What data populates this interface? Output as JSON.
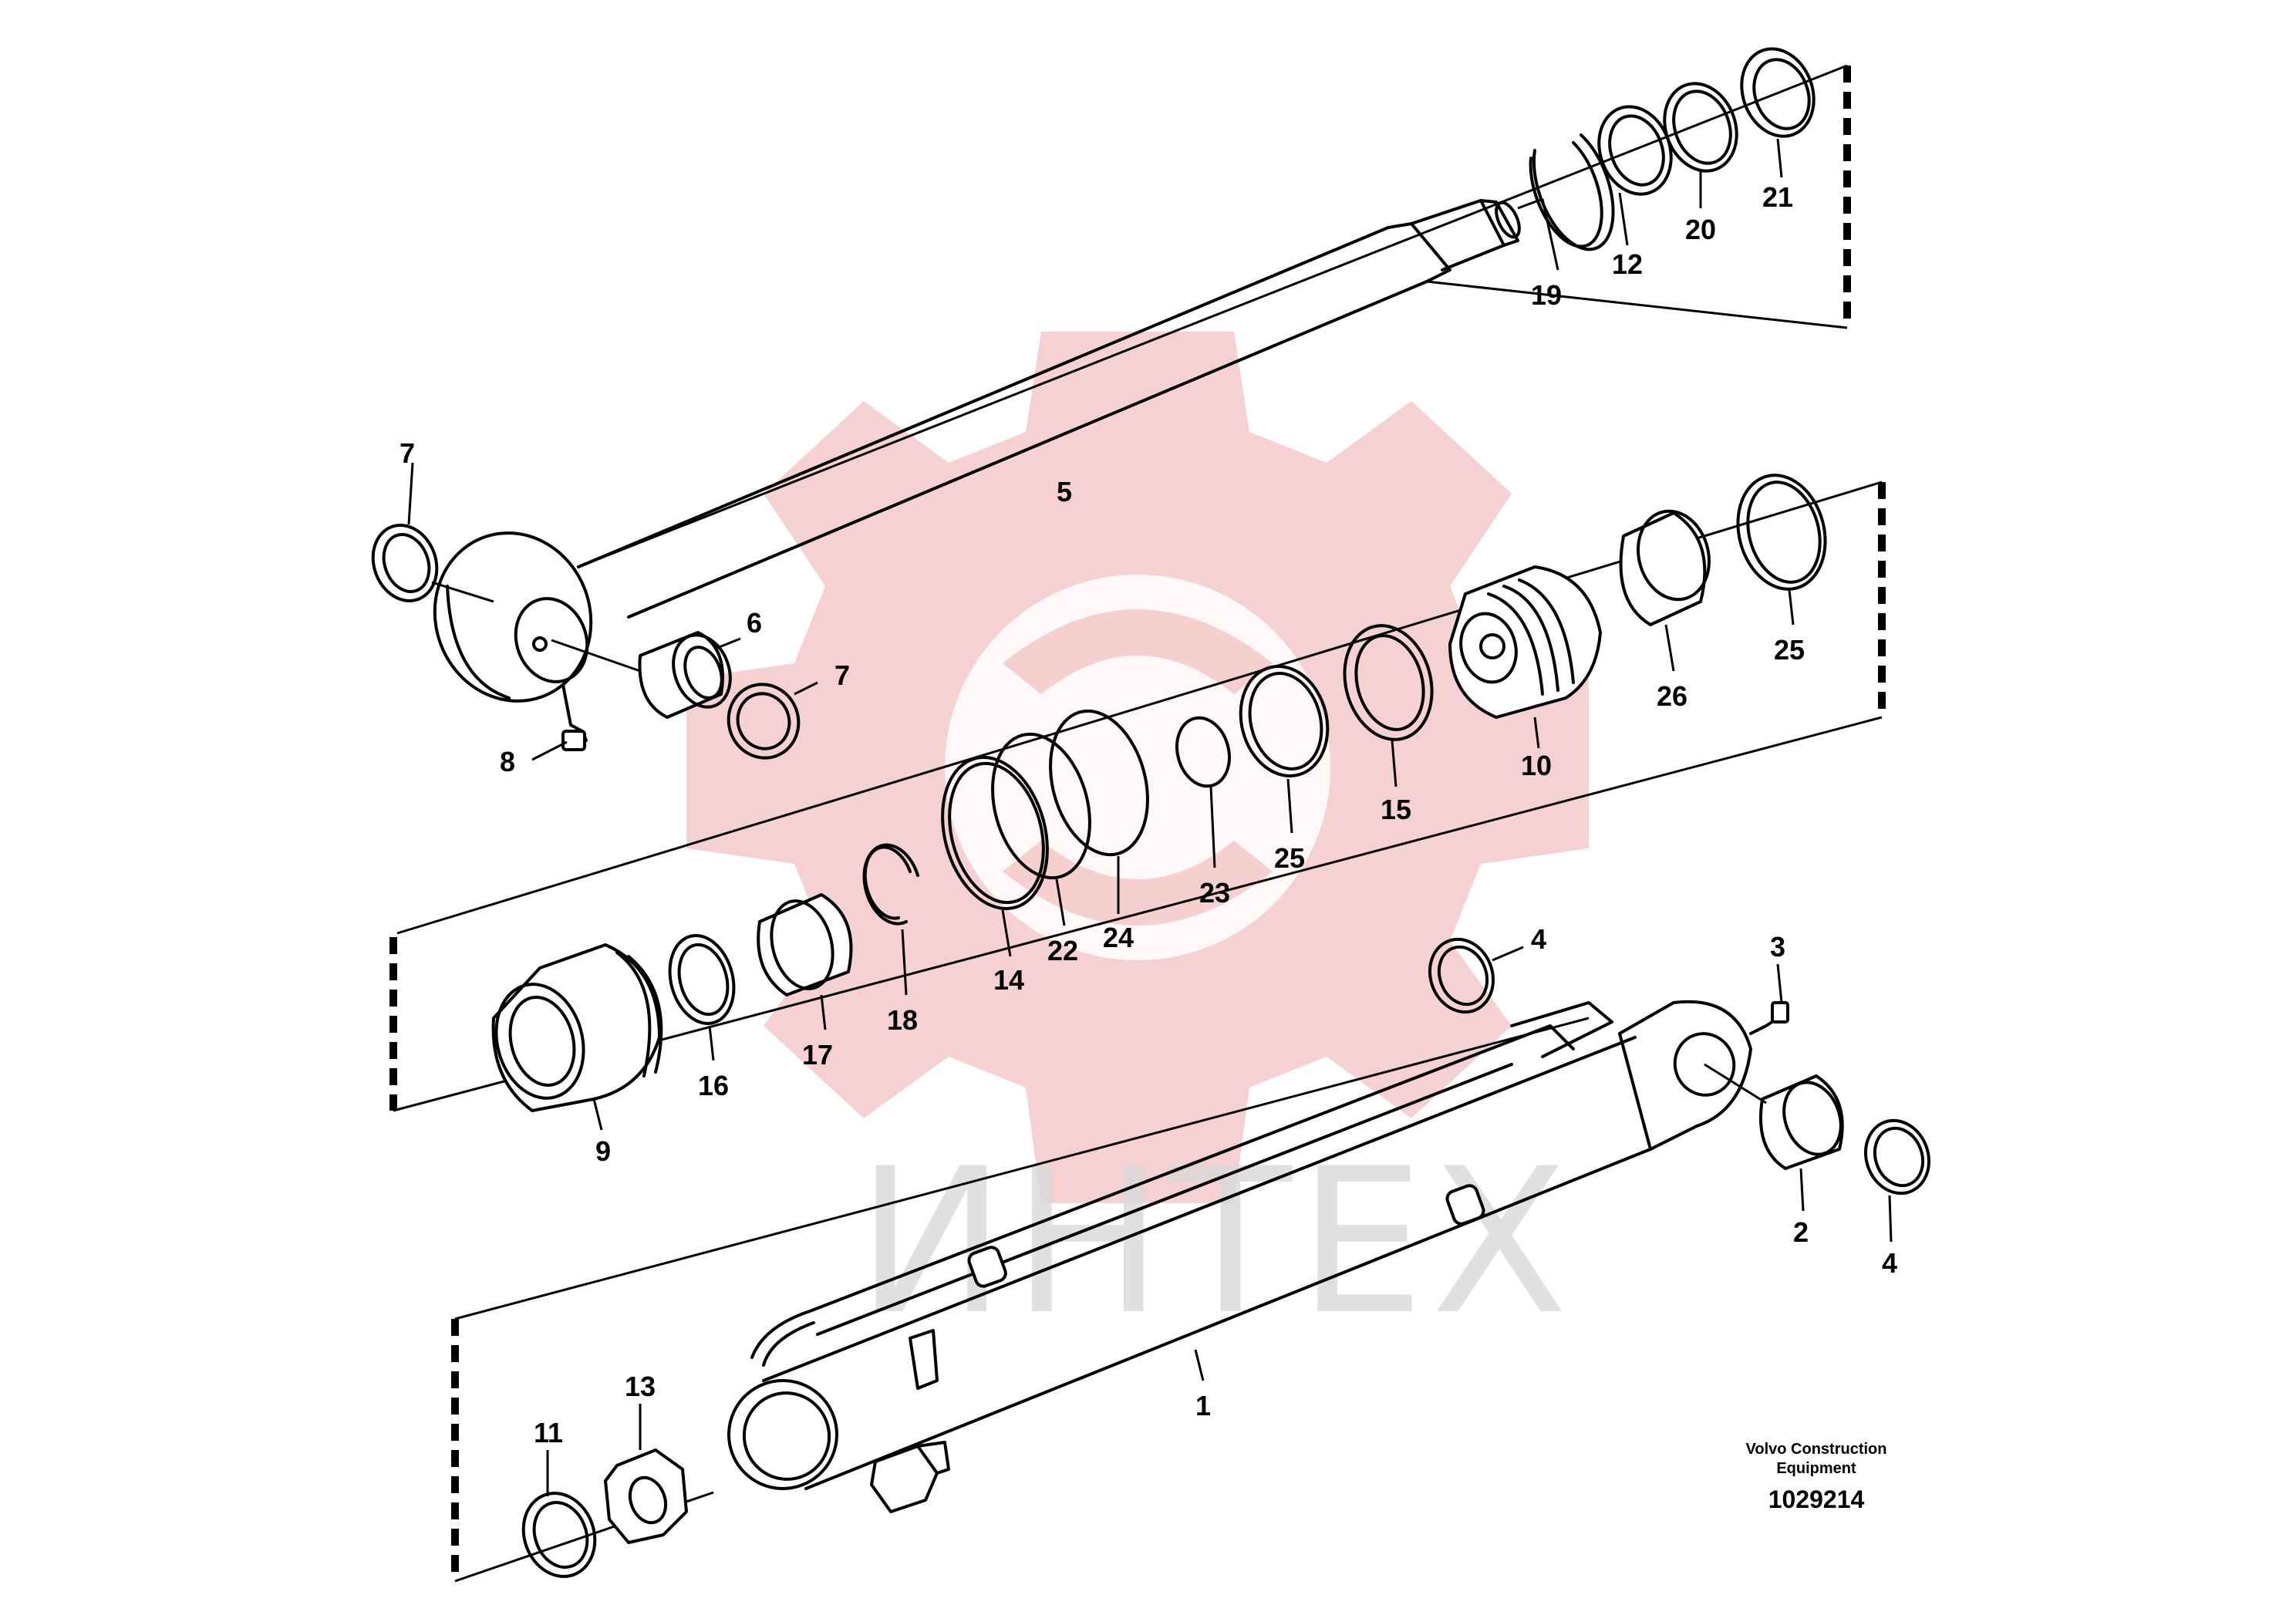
{
  "watermark": {
    "text": "ИНТЕХ"
  },
  "brand": {
    "line1": "Volvo Construction",
    "line2": "Equipment",
    "code": "1029214"
  },
  "callouts": [
    {
      "id": "c-7a",
      "label": "7"
    },
    {
      "id": "c-5",
      "label": "5"
    },
    {
      "id": "c-6",
      "label": "6"
    },
    {
      "id": "c-7b",
      "label": "7"
    },
    {
      "id": "c-8",
      "label": "8"
    },
    {
      "id": "c-19",
      "label": "19"
    },
    {
      "id": "c-12",
      "label": "12"
    },
    {
      "id": "c-20",
      "label": "20"
    },
    {
      "id": "c-21",
      "label": "21"
    },
    {
      "id": "c-25a",
      "label": "25"
    },
    {
      "id": "c-26",
      "label": "26"
    },
    {
      "id": "c-10",
      "label": "10"
    },
    {
      "id": "c-15",
      "label": "15"
    },
    {
      "id": "c-25b",
      "label": "25"
    },
    {
      "id": "c-23",
      "label": "23"
    },
    {
      "id": "c-24",
      "label": "24"
    },
    {
      "id": "c-22",
      "label": "22"
    },
    {
      "id": "c-14",
      "label": "14"
    },
    {
      "id": "c-18",
      "label": "18"
    },
    {
      "id": "c-17",
      "label": "17"
    },
    {
      "id": "c-16",
      "label": "16"
    },
    {
      "id": "c-9",
      "label": "9"
    },
    {
      "id": "c-4a",
      "label": "4"
    },
    {
      "id": "c-3",
      "label": "3"
    },
    {
      "id": "c-2",
      "label": "2"
    },
    {
      "id": "c-4b",
      "label": "4"
    },
    {
      "id": "c-1",
      "label": "1"
    },
    {
      "id": "c-13",
      "label": "13"
    },
    {
      "id": "c-11",
      "label": "11"
    }
  ]
}
